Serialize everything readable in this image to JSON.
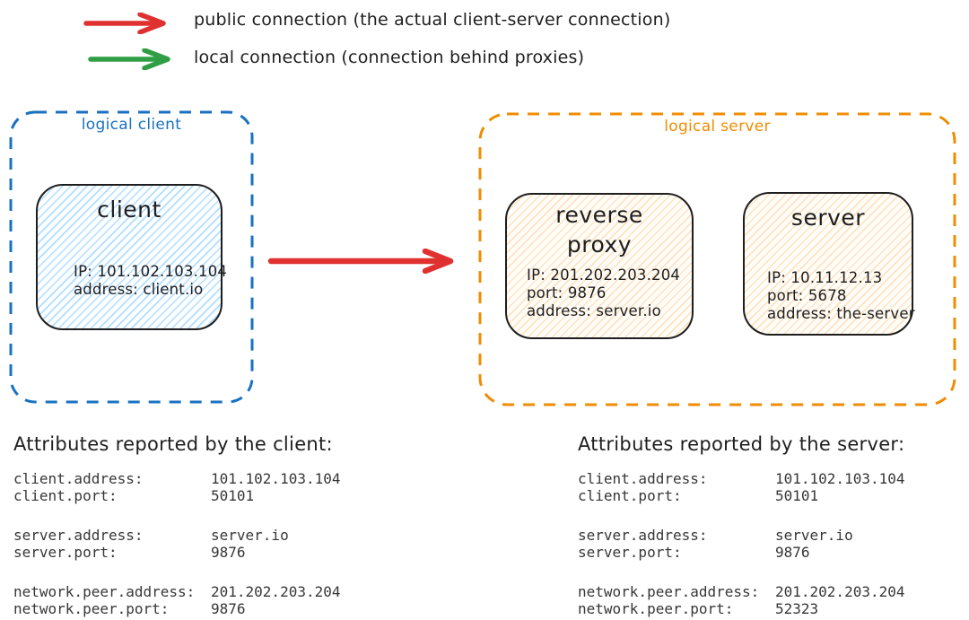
{
  "legend": {
    "items": [
      {
        "name": "public-connection",
        "color": "#e03131",
        "label": "public connection (the actual client-server connection)"
      },
      {
        "name": "local-connection",
        "color": "#2f9e44",
        "label": "local connection (connection behind proxies)"
      }
    ]
  },
  "diagram": {
    "main_arrow": {
      "type": "public-connection",
      "color": "#e03131"
    },
    "logical_client": {
      "label": "logical client",
      "color": "#1971c2",
      "nodes": [
        {
          "title": "client",
          "lines": [
            "IP: 101.102.103.104",
            "address: client.io"
          ]
        }
      ]
    },
    "logical_server": {
      "label": "logical server",
      "color": "#f08c00",
      "nodes": [
        {
          "title": "reverse proxy",
          "lines": [
            "IP: 201.202.203.204",
            "port: 9876",
            "address: server.io"
          ]
        },
        {
          "title": "server",
          "lines": [
            "IP: 10.11.12.13",
            "port: 5678",
            "address: the-server"
          ]
        }
      ]
    }
  },
  "attributes": {
    "client": {
      "title": "Attributes reported by the client:",
      "groups": [
        [
          {
            "key": "client.address:",
            "value": "101.102.103.104"
          },
          {
            "key": "client.port:",
            "value": "50101"
          }
        ],
        [
          {
            "key": "server.address:",
            "value": "server.io"
          },
          {
            "key": "server.port:",
            "value": "9876"
          }
        ],
        [
          {
            "key": "network.peer.address:",
            "value": "201.202.203.204"
          },
          {
            "key": "network.peer.port:",
            "value": "9876"
          }
        ]
      ]
    },
    "server": {
      "title": "Attributes reported by the server:",
      "groups": [
        [
          {
            "key": "client.address:",
            "value": "101.102.103.104"
          },
          {
            "key": "client.port:",
            "value": "50101"
          }
        ],
        [
          {
            "key": "server.address:",
            "value": "server.io"
          },
          {
            "key": "server.port:",
            "value": "9876"
          }
        ],
        [
          {
            "key": "network.peer.address:",
            "value": "201.202.203.204"
          },
          {
            "key": "network.peer.port:",
            "value": "52323"
          }
        ]
      ]
    }
  }
}
